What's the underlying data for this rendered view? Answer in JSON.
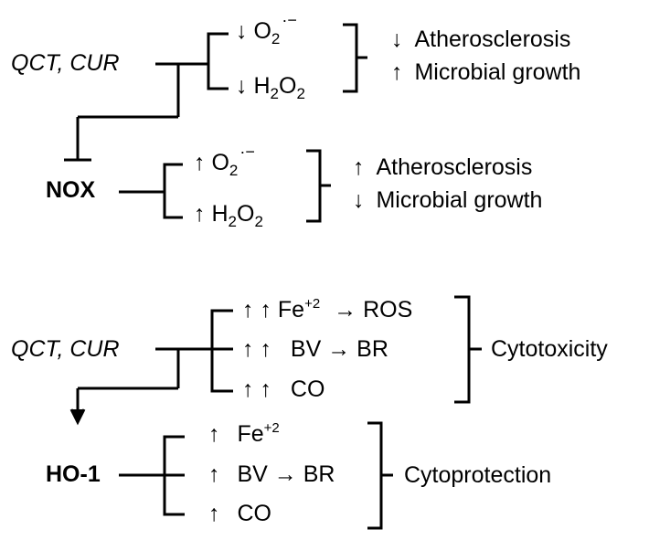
{
  "nox_panel": {
    "inhibitor_label": "QCT, CUR",
    "target_label": "NOX",
    "inhibited_effects": [
      {
        "arrow": "↓",
        "species": "O",
        "subscript": "2",
        "superscript": "·−"
      },
      {
        "arrow": "↓",
        "species_parts": [
          "H",
          "2",
          "O",
          "2"
        ]
      }
    ],
    "inhibited_outcomes": [
      {
        "arrow": "↓",
        "text": "Atherosclerosis"
      },
      {
        "arrow": "↑",
        "text": "Microbial growth"
      }
    ],
    "active_effects": [
      {
        "arrow": "↑",
        "species": "O",
        "subscript": "2",
        "superscript": "·−"
      },
      {
        "arrow": "↑",
        "species_parts": [
          "H",
          "2",
          "O",
          "2"
        ]
      }
    ],
    "active_outcomes": [
      {
        "arrow": "↑",
        "text": "Atherosclerosis"
      },
      {
        "arrow": "↓",
        "text": "Microbial growth"
      }
    ]
  },
  "ho1_panel": {
    "inducer_label": "QCT, CUR",
    "target_label": "HO-1",
    "high_effects": [
      {
        "arrows": "↑ ↑",
        "text": "Fe",
        "superscript": "+2",
        "suffix": "→ ROS"
      },
      {
        "arrows": "↑ ↑",
        "text": "BV → BR"
      },
      {
        "arrows": "↑ ↑",
        "text": "CO"
      }
    ],
    "high_outcome": "Cytotoxicity",
    "moderate_effects": [
      {
        "arrows": "↑",
        "text": "Fe",
        "superscript": "+2"
      },
      {
        "arrows": "↑",
        "text": "BV → BR"
      },
      {
        "arrows": "↑",
        "text": "CO"
      }
    ],
    "moderate_outcome": "Cytoprotection"
  }
}
